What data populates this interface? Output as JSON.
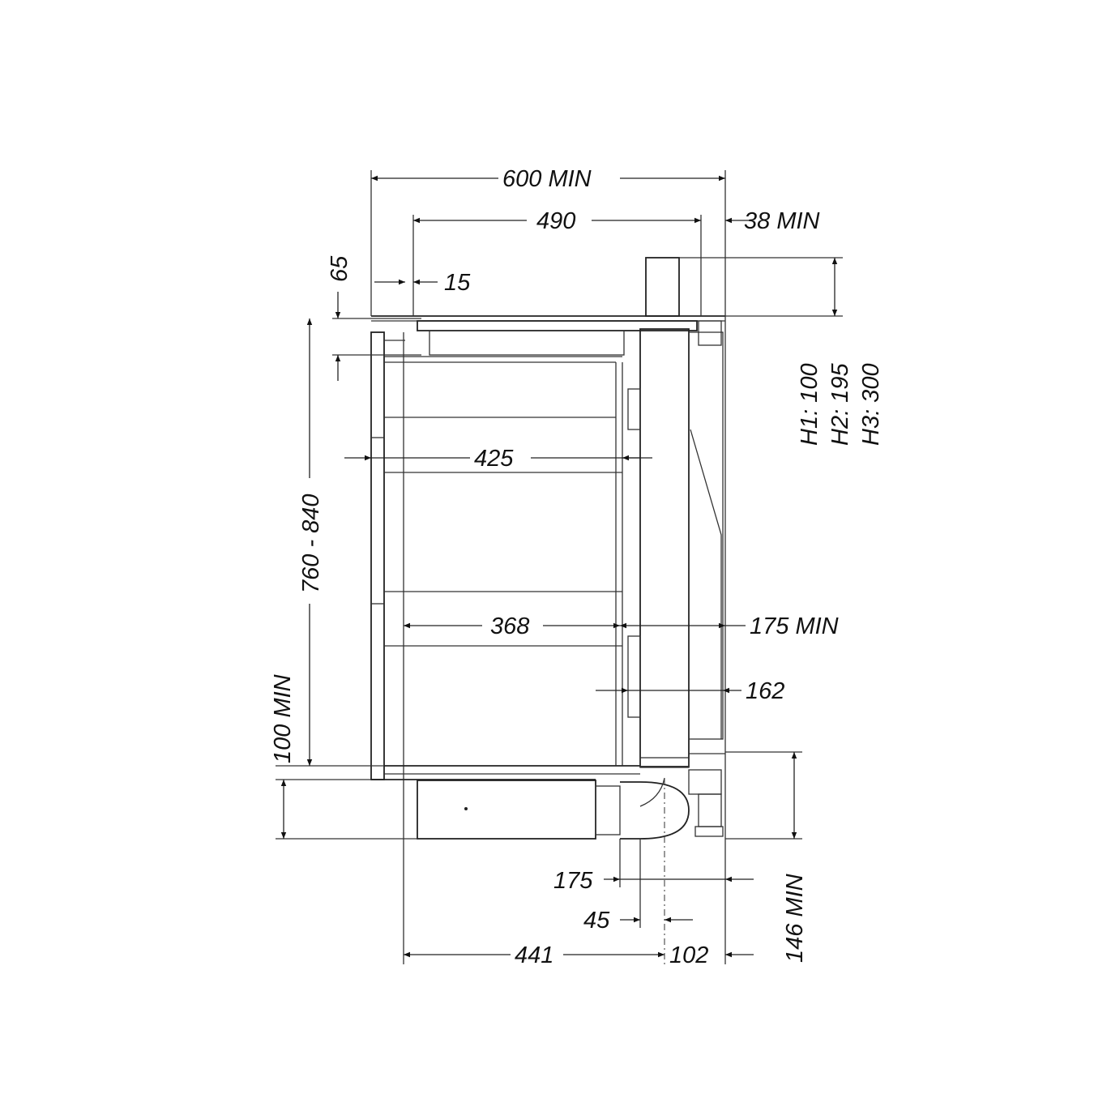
{
  "title": "Installation dimensions drawing",
  "dimensions": {
    "width_total": "600 MIN",
    "hob_width": "490",
    "rear_clearance": "38 MIN",
    "top_offset": "65",
    "front_offset": "15",
    "h1": "H1: 100",
    "h2": "H2: 195",
    "h3": "H3: 300",
    "drawer_depth_top": "425",
    "cabinet_height": "760 - 840",
    "drawer_depth_bottom": "368",
    "duct_space": "175 MIN",
    "duct_depth": "162",
    "plinth_height": "100 MIN",
    "motor_offset": "175",
    "pipe_offset": "45",
    "motor_length": "441",
    "pipe_to_back": "102",
    "plinth_depth": "146 MIN"
  }
}
